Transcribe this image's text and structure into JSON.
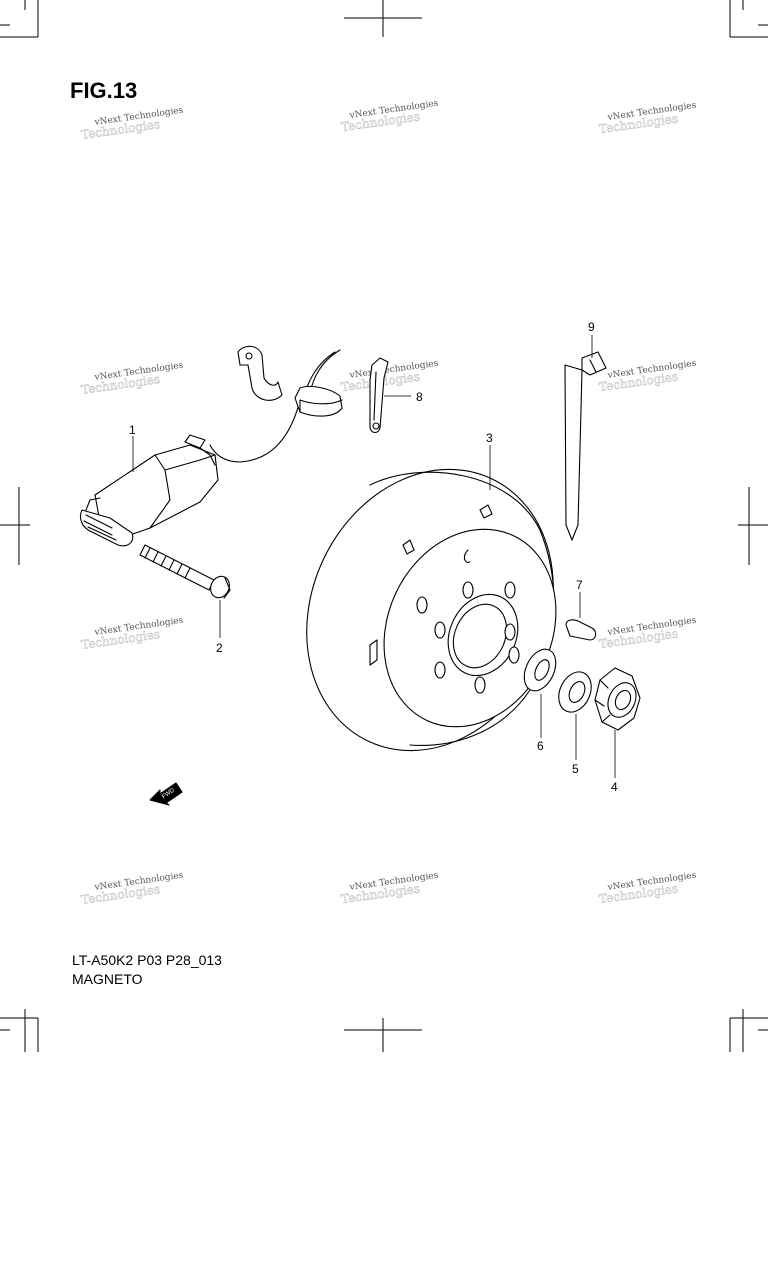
{
  "figure": {
    "title": "FIG.13"
  },
  "caption": {
    "model_code": "LT-A50K2 P03 P28_013",
    "name": "MAGNETO"
  },
  "watermark": {
    "text": "vNext Technologies"
  },
  "callouts": [
    "1",
    "2",
    "3",
    "4",
    "5",
    "6",
    "7",
    "8",
    "9"
  ],
  "fwd_label": "FWD"
}
